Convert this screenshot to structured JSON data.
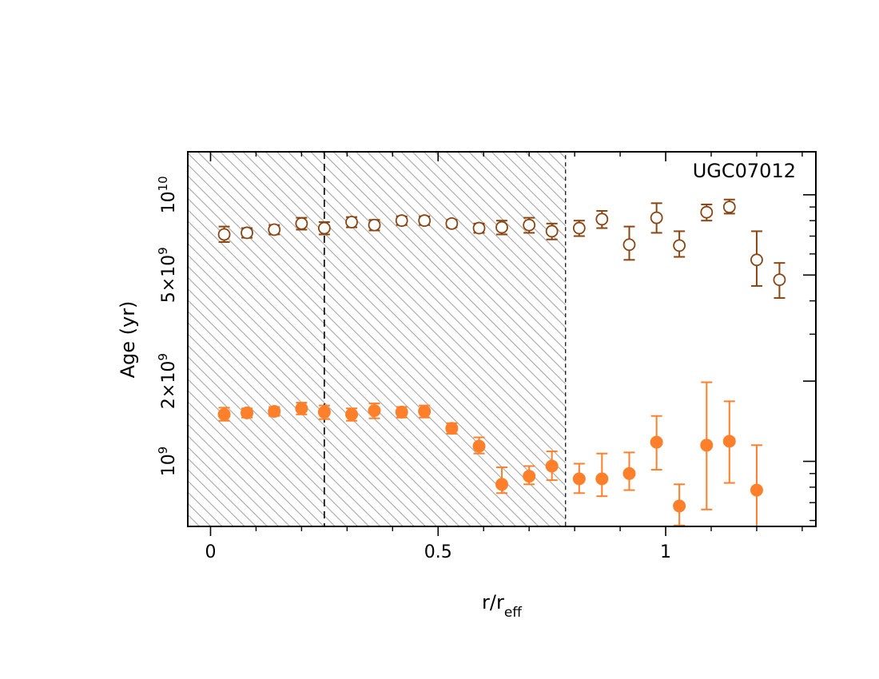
{
  "chart_data": {
    "type": "scatter",
    "title": "",
    "galaxy_label": "UGC07012",
    "x_axis": {
      "label_base": "r/r",
      "label_sub": "eff",
      "range": [
        -0.05,
        1.33
      ],
      "ticks": [
        {
          "value": 0,
          "label": "0"
        },
        {
          "value": 0.5,
          "label": "0.5"
        },
        {
          "value": 1,
          "label": "1"
        }
      ],
      "minor_step": 0.1
    },
    "y_axis": {
      "label": "Age (yr)",
      "scale": "log",
      "range": [
        570000000.0,
        14500000000.0
      ],
      "ticks": [
        {
          "value": 1000000000.0,
          "base": "10",
          "exp": "9"
        },
        {
          "value": 2000000000.0,
          "base": "2×10",
          "exp": "9"
        },
        {
          "value": 5000000000.0,
          "base": "5×10",
          "exp": "9"
        },
        {
          "value": 10000000000.0,
          "base": "10",
          "exp": "10"
        }
      ],
      "minor_ticks": [
        600000000.0,
        700000000.0,
        800000000.0,
        900000000.0,
        3000000000.0,
        4000000000.0,
        6000000000.0,
        7000000000.0,
        8000000000.0,
        9000000000.0
      ]
    },
    "shaded_region": {
      "x_min": -0.05,
      "x_max": 0.78,
      "pattern": "diagonal-hatch"
    },
    "vertical_line": {
      "x": 0.25,
      "style": "dashed"
    },
    "series": [
      {
        "marker": "open-circle",
        "color": "#8B4513",
        "points": [
          {
            "x": 0.03,
            "y": 7100000000.0,
            "lo": 6650000000.0,
            "hi": 7600000000.0
          },
          {
            "x": 0.08,
            "y": 7200000000.0,
            "lo": 6900000000.0,
            "hi": 7500000000.0
          },
          {
            "x": 0.14,
            "y": 7400000000.0,
            "lo": 7100000000.0,
            "hi": 7700000000.0
          },
          {
            "x": 0.2,
            "y": 7800000000.0,
            "lo": 7400000000.0,
            "hi": 8200000000.0
          },
          {
            "x": 0.25,
            "y": 7500000000.0,
            "lo": 7100000000.0,
            "hi": 7900000000.0
          },
          {
            "x": 0.31,
            "y": 7900000000.0,
            "lo": 7550000000.0,
            "hi": 8250000000.0
          },
          {
            "x": 0.36,
            "y": 7700000000.0,
            "lo": 7350000000.0,
            "hi": 8050000000.0
          },
          {
            "x": 0.42,
            "y": 8000000000.0,
            "lo": 7700000000.0,
            "hi": 8300000000.0
          },
          {
            "x": 0.47,
            "y": 8000000000.0,
            "lo": 7700000000.0,
            "hi": 8300000000.0
          },
          {
            "x": 0.53,
            "y": 7800000000.0,
            "lo": 7550000000.0,
            "hi": 8050000000.0
          },
          {
            "x": 0.59,
            "y": 7500000000.0,
            "lo": 7200000000.0,
            "hi": 7800000000.0
          },
          {
            "x": 0.64,
            "y": 7550000000.0,
            "lo": 7100000000.0,
            "hi": 8000000000.0
          },
          {
            "x": 0.7,
            "y": 7700000000.0,
            "lo": 7200000000.0,
            "hi": 8200000000.0
          },
          {
            "x": 0.75,
            "y": 7300000000.0,
            "lo": 6800000000.0,
            "hi": 7800000000.0
          },
          {
            "x": 0.81,
            "y": 7500000000.0,
            "lo": 7000000000.0,
            "hi": 8000000000.0
          },
          {
            "x": 0.86,
            "y": 8100000000.0,
            "lo": 7500000000.0,
            "hi": 8700000000.0
          },
          {
            "x": 0.92,
            "y": 6500000000.0,
            "lo": 5700000000.0,
            "hi": 7600000000.0
          },
          {
            "x": 0.98,
            "y": 8200000000.0,
            "lo": 7200000000.0,
            "hi": 9300000000.0
          },
          {
            "x": 1.03,
            "y": 6450000000.0,
            "lo": 5850000000.0,
            "hi": 7300000000.0
          },
          {
            "x": 1.09,
            "y": 8600000000.0,
            "lo": 8000000000.0,
            "hi": 9200000000.0
          },
          {
            "x": 1.14,
            "y": 9000000000.0,
            "lo": 8500000000.0,
            "hi": 9600000000.0
          },
          {
            "x": 1.2,
            "y": 5700000000.0,
            "lo": 4550000000.0,
            "hi": 7300000000.0
          },
          {
            "x": 1.25,
            "y": 4800000000.0,
            "lo": 4100000000.0,
            "hi": 5550000000.0
          }
        ]
      },
      {
        "marker": "filled-circle",
        "color": "#FF7F2A",
        "points": [
          {
            "x": 0.03,
            "y": 1500000000.0,
            "lo": 1420000000.0,
            "hi": 1590000000.0
          },
          {
            "x": 0.08,
            "y": 1520000000.0,
            "lo": 1460000000.0,
            "hi": 1580000000.0
          },
          {
            "x": 0.14,
            "y": 1540000000.0,
            "lo": 1480000000.0,
            "hi": 1600000000.0
          },
          {
            "x": 0.2,
            "y": 1580000000.0,
            "lo": 1500000000.0,
            "hi": 1660000000.0
          },
          {
            "x": 0.25,
            "y": 1530000000.0,
            "lo": 1440000000.0,
            "hi": 1620000000.0
          },
          {
            "x": 0.31,
            "y": 1500000000.0,
            "lo": 1420000000.0,
            "hi": 1580000000.0
          },
          {
            "x": 0.36,
            "y": 1550000000.0,
            "lo": 1450000000.0,
            "hi": 1650000000.0
          },
          {
            "x": 0.42,
            "y": 1530000000.0,
            "lo": 1460000000.0,
            "hi": 1600000000.0
          },
          {
            "x": 0.47,
            "y": 1540000000.0,
            "lo": 1460000000.0,
            "hi": 1620000000.0
          },
          {
            "x": 0.53,
            "y": 1330000000.0,
            "lo": 1270000000.0,
            "hi": 1390000000.0
          },
          {
            "x": 0.59,
            "y": 1140000000.0,
            "lo": 1070000000.0,
            "hi": 1230000000.0
          },
          {
            "x": 0.64,
            "y": 820000000.0,
            "lo": 760000000.0,
            "hi": 950000000.0
          },
          {
            "x": 0.7,
            "y": 880000000.0,
            "lo": 820000000.0,
            "hi": 960000000.0
          },
          {
            "x": 0.75,
            "y": 960000000.0,
            "lo": 850000000.0,
            "hi": 1090000000.0
          },
          {
            "x": 0.81,
            "y": 860000000.0,
            "lo": 760000000.0,
            "hi": 980000000.0
          },
          {
            "x": 0.86,
            "y": 860000000.0,
            "lo": 740000000.0,
            "hi": 1070000000.0
          },
          {
            "x": 0.92,
            "y": 900000000.0,
            "lo": 780000000.0,
            "hi": 1080000000.0
          },
          {
            "x": 0.98,
            "y": 1180000000.0,
            "lo": 930000000.0,
            "hi": 1480000000.0
          },
          {
            "x": 1.03,
            "y": 680000000.0,
            "lo": 575000000.0,
            "hi": 820000000.0
          },
          {
            "x": 1.09,
            "y": 1150000000.0,
            "lo": 660000000.0,
            "hi": 1980000000.0
          },
          {
            "x": 1.14,
            "y": 1190000000.0,
            "lo": 830000000.0,
            "hi": 1680000000.0
          },
          {
            "x": 1.2,
            "y": 780000000.0,
            "lo": 570000000.0,
            "hi": 1150000000.0
          }
        ]
      }
    ]
  }
}
